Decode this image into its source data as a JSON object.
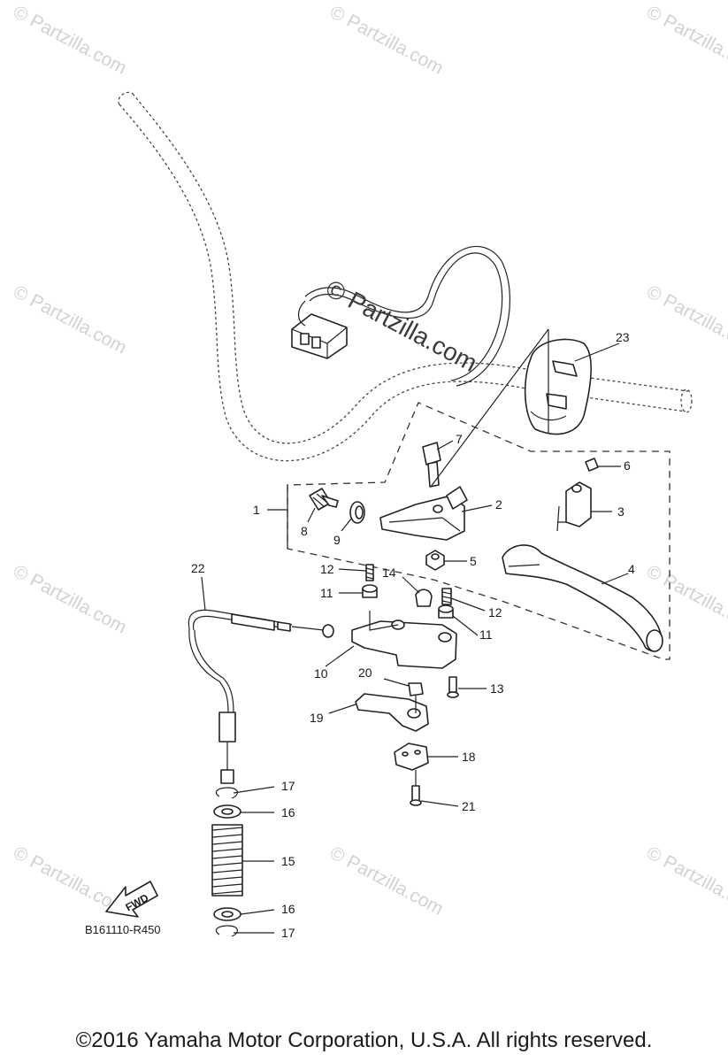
{
  "watermark": {
    "text": "© Partzilla.com"
  },
  "diagram": {
    "labels": {
      "l1": "1",
      "l2": "2",
      "l3": "3",
      "l4": "4",
      "l5": "5",
      "l6": "6",
      "l7": "7",
      "l8": "8",
      "l9": "9",
      "l10": "10",
      "l11a": "11",
      "l11b": "11",
      "l12a": "12",
      "l12b": "12",
      "l13": "13",
      "l14": "14",
      "l15": "15",
      "l16a": "16",
      "l16b": "16",
      "l17a": "17",
      "l17b": "17",
      "l18": "18",
      "l19": "19",
      "l20": "20",
      "l21": "21",
      "l22": "22",
      "l23": "23"
    },
    "fwd": "FWD",
    "ref_code": "B161110-R450"
  },
  "footer": {
    "copyright": "©2016  Yamaha Motor Corporation, U.S.A. All rights reserved."
  }
}
